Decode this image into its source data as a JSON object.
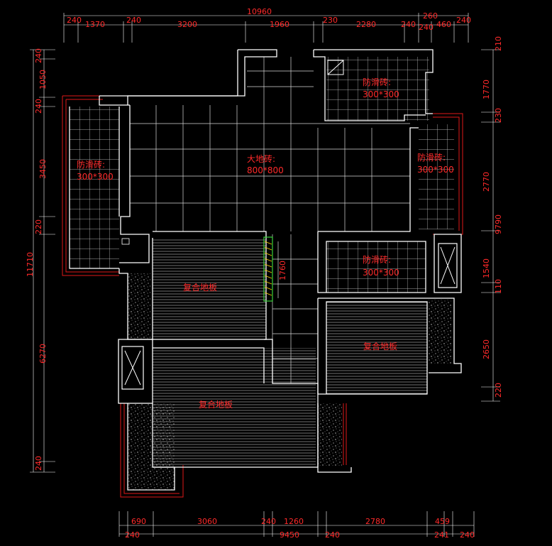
{
  "dimensions": {
    "top_total": "10960",
    "top_left": [
      "240",
      "1370",
      "240",
      "3200",
      "1960",
      "230",
      "2280",
      "240"
    ],
    "top_right_upper": "260",
    "top_right_lower": [
      "240",
      "460",
      "240"
    ],
    "left_total": "11710",
    "left_upper": [
      "240",
      "1050",
      "240",
      "3450",
      "220"
    ],
    "left_lower": [
      "6270",
      "240"
    ],
    "right_col": [
      "210",
      "1770",
      "230",
      "2770",
      "1540",
      "110",
      "2650",
      "220"
    ],
    "right_overlap": "9790",
    "bottom_upper": [
      "690",
      "3060",
      "240",
      "1260",
      "2780",
      "459"
    ],
    "bottom_lower": [
      "240",
      "9450",
      "240",
      "241",
      "240"
    ],
    "interior_vertical": "1760"
  },
  "rooms": {
    "living_name": "大地砖:",
    "living_size": "800*800",
    "top_right_name": "防滑砖:",
    "top_right_size": "300*300",
    "left_balcony_name": "防滑砖:",
    "left_balcony_size": "300*300",
    "right_balcony_name": "防滑砖:",
    "right_balcony_size": "300*300",
    "bath_name": "防滑砖:",
    "bath_size": "300*300",
    "bed_left_label": "复合地板",
    "bed_right_label": "复合地板",
    "bed_bottom_label": "复合地板"
  },
  "colors": {
    "background": "#000000",
    "wall": "#ffffff",
    "annotation": "#ff2a2a",
    "accent_green": "#3bd23b"
  }
}
